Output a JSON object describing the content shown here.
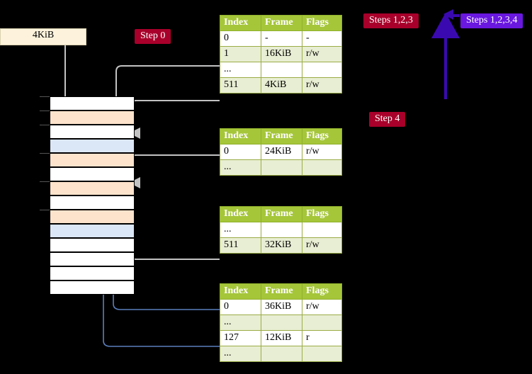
{
  "labels": {
    "kib_box": "4KiB",
    "step0": "Step 0",
    "step4": "Step 4",
    "steps123": "Steps 1,2,3",
    "steps1234": "Steps 1,2,3,4"
  },
  "colors": {
    "table_header_green": "#a5c639",
    "table_alt_row": "#e8eed3",
    "highlight_yellow": "#f6f39b",
    "badge_crimson": "#a8002a",
    "badge_violet": "#6a17e0",
    "kib_box_bg": "#fdf3dc",
    "mem_peach": "#fde3cc",
    "mem_blue": "#dbe7f7",
    "wire_gray": "#b9b9b9",
    "wire_blue": "#5b7fbe"
  },
  "columns": [
    "Index",
    "Frame",
    "Flags"
  ],
  "tables": [
    {
      "name": "pml4-table",
      "rows": [
        {
          "index": "0",
          "frame": "-",
          "flags": "-",
          "alt": false,
          "hl": false
        },
        {
          "index": "1",
          "frame": "16KiB",
          "flags": "r/w",
          "alt": true,
          "hl": false
        },
        {
          "index": "...",
          "frame": "",
          "flags": "",
          "alt": false,
          "hl": false
        },
        {
          "index": "511",
          "frame": "4KiB",
          "flags": "r/w",
          "alt": true,
          "hl": true
        }
      ]
    },
    {
      "name": "pdpt-table",
      "rows": [
        {
          "index": "0",
          "frame": "24KiB",
          "flags": "r/w",
          "alt": false,
          "hl": false
        },
        {
          "index": "...",
          "frame": "",
          "flags": "",
          "alt": true,
          "hl": false
        }
      ]
    },
    {
      "name": "pd-table",
      "rows": [
        {
          "index": "...",
          "frame": "",
          "flags": "",
          "alt": false,
          "hl": false
        },
        {
          "index": "511",
          "frame": "32KiB",
          "flags": "r/w",
          "alt": true,
          "hl": false
        }
      ]
    },
    {
      "name": "pt-table",
      "rows": [
        {
          "index": "0",
          "frame": "36KiB",
          "flags": "r/w",
          "alt": false,
          "hl": false
        },
        {
          "index": "...",
          "frame": "",
          "flags": "",
          "alt": true,
          "hl": false
        },
        {
          "index": "127",
          "frame": "12KiB",
          "flags": "r",
          "alt": false,
          "hl": false
        },
        {
          "index": "...",
          "frame": "",
          "flags": "",
          "alt": true,
          "hl": false
        }
      ]
    }
  ],
  "memory_rows": [
    {
      "fill": "white",
      "tick": true
    },
    {
      "fill": "peach",
      "tick": true
    },
    {
      "fill": "white",
      "tick": true
    },
    {
      "fill": "blue",
      "tick": false
    },
    {
      "fill": "peach",
      "tick": true
    },
    {
      "fill": "white",
      "tick": false
    },
    {
      "fill": "peach",
      "tick": true
    },
    {
      "fill": "white",
      "tick": false
    },
    {
      "fill": "peach",
      "tick": true
    },
    {
      "fill": "blue",
      "tick": false
    },
    {
      "fill": "white",
      "tick": false
    },
    {
      "fill": "white",
      "tick": false
    },
    {
      "fill": "white",
      "tick": false
    },
    {
      "fill": "white",
      "tick": false
    }
  ]
}
